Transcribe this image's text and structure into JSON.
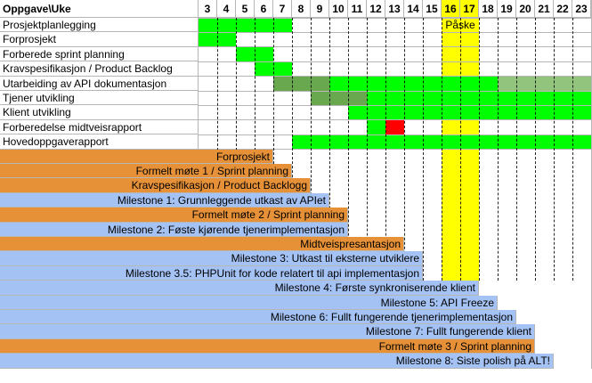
{
  "header": {
    "corner_label": "Oppgave\\Uke",
    "weeks": [
      "3",
      "4",
      "5",
      "6",
      "7",
      "8",
      "9",
      "10",
      "11",
      "12",
      "13",
      "14",
      "15",
      "16",
      "17",
      "18",
      "19",
      "20",
      "21",
      "22",
      "23"
    ],
    "highlight_weeks": [
      "16",
      "17"
    ],
    "easter_label": "Påske"
  },
  "colors": {
    "bright_green": "#00ff00",
    "dark_green": "#6aa84f",
    "light_green": "#93c47d",
    "red": "#ff0000",
    "easter_yellow": "#ffff00",
    "week_highlight": "#ffff00",
    "orange": "#e69138",
    "light_blue": "#a4c2f4",
    "grid": "#b7b7b7",
    "dashed": "#000000"
  },
  "tasks": [
    {
      "label": "Prosjektplanlegging",
      "bars": [
        {
          "from": 0,
          "to": 5,
          "color": "bright_green"
        }
      ]
    },
    {
      "label": "Forprosjekt",
      "bars": [
        {
          "from": 0,
          "to": 2,
          "color": "bright_green"
        }
      ]
    },
    {
      "label": "Forberede sprint planning",
      "bars": [
        {
          "from": 2,
          "to": 4,
          "color": "bright_green"
        }
      ]
    },
    {
      "label": "Kravspesifikasjon / Product Backlog",
      "bars": [
        {
          "from": 3,
          "to": 5,
          "color": "bright_green"
        }
      ]
    },
    {
      "label": "Utarbeiding av API dokumentasjon",
      "bars": [
        {
          "from": 4,
          "to": 7,
          "color": "dark_green"
        },
        {
          "from": 7,
          "to": 16,
          "color": "bright_green"
        },
        {
          "from": 16,
          "to": 21,
          "color": "light_green"
        }
      ]
    },
    {
      "label": "Tjener utvikling",
      "bars": [
        {
          "from": 6,
          "to": 9,
          "color": "dark_green"
        },
        {
          "from": 9,
          "to": 21,
          "color": "bright_green"
        }
      ]
    },
    {
      "label": "Klient utvikling",
      "bars": [
        {
          "from": 8,
          "to": 21,
          "color": "bright_green"
        }
      ]
    },
    {
      "label": "Forberedelse midtveisrapport",
      "bars": [
        {
          "from": 9,
          "to": 10,
          "color": "bright_green"
        },
        {
          "from": 10,
          "to": 11,
          "color": "red"
        }
      ]
    },
    {
      "label": "Hovedoppgaverapport",
      "bars": [
        {
          "from": 5,
          "to": 21,
          "color": "bright_green"
        }
      ]
    }
  ],
  "milestones": [
    {
      "label": "Forprosjekt",
      "end": 4,
      "color": "orange"
    },
    {
      "label": "Formelt møte 1 / Sprint planning",
      "end": 5,
      "color": "orange"
    },
    {
      "label": "Kravspesifikasjon / Product Backlogg",
      "end": 6,
      "color": "orange"
    },
    {
      "label": "Milestone 1: Grunnleggende utkast av APIet",
      "end": 7,
      "color": "light_blue"
    },
    {
      "label": "Formelt møte 2 / Sprint planning",
      "end": 8,
      "color": "orange"
    },
    {
      "label": "Milestone 2: Føste kjørende tjenerimplementasjon",
      "end": 8,
      "color": "light_blue"
    },
    {
      "label": "Midtveispresantasjon",
      "end": 11,
      "color": "orange"
    },
    {
      "label": "Milestone 3: Utkast til eksterne utviklere",
      "end": 12,
      "color": "light_blue"
    },
    {
      "label": "Milestone 3.5: PHPUnit for kode relatert til api implementasjon",
      "end": 12,
      "color": "light_blue"
    },
    {
      "label": "Milestone 4: Første synkroniserende klient",
      "end": 15,
      "color": "light_blue"
    },
    {
      "label": "Milestone 5: API Freeze",
      "end": 16,
      "color": "light_blue"
    },
    {
      "label": "Milestone 6: Fullt fungerende tjenerimplementasjon",
      "end": 17,
      "color": "light_blue"
    },
    {
      "label": "Milestone 7: Fullt fungerende klient",
      "end": 18,
      "color": "light_blue"
    },
    {
      "label": "Formelt møte 3 / Sprint planning",
      "end": 18,
      "color": "orange"
    },
    {
      "label": "Milestone 8: Siste polish på ALT!",
      "end": 19,
      "color": "light_blue"
    }
  ]
}
